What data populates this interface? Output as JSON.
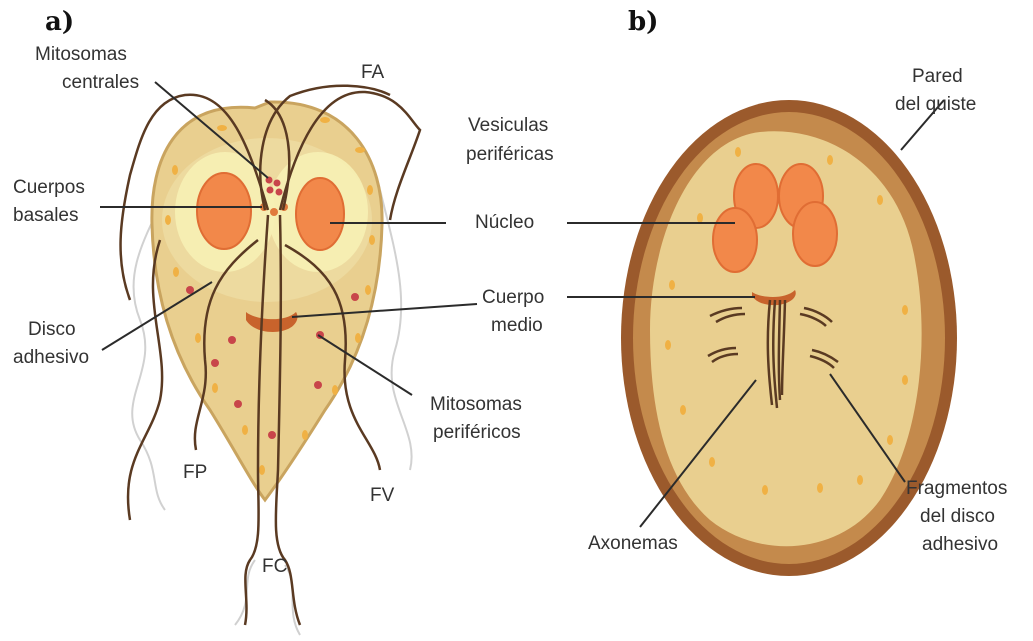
{
  "panels": {
    "a": "a)",
    "b": "b)"
  },
  "labels_a": {
    "mitosomas_centrales": [
      "Mitosomas",
      "centrales"
    ],
    "cuerpos_basales": [
      "Cuerpos",
      "basales"
    ],
    "disco_adhesivo": [
      "Disco",
      "adhesivo"
    ],
    "fa": "FA",
    "fp": "FP",
    "fv": "FV",
    "fc": "FC",
    "vesiculas": [
      "Vesiculas",
      "periféricas"
    ],
    "nucleo": "Núcleo",
    "cuerpo_medio": [
      "Cuerpo",
      "medio"
    ],
    "mitosomas_perifericos": [
      "Mitosomas",
      "periféricos"
    ]
  },
  "labels_b": {
    "pared": [
      "Pared",
      "del quiste"
    ],
    "axonemas": "Axonemas",
    "fragmentos": [
      "Fragmentos",
      "del disco",
      "adhesivo"
    ]
  },
  "colors": {
    "cell_fill": "#e9cf8f",
    "cell_border": "#c9a45f",
    "nucleus": "#f2884a",
    "nucleus_halo": "#f6f0b4",
    "flagella": "#5a3a22",
    "median_body": "#c8632c",
    "mitosome": "#c8454a",
    "vesicle": "#f0b144",
    "cyst_wall_outer": "#9b5a2c",
    "cyst_wall_inner": "#c48a4c"
  }
}
